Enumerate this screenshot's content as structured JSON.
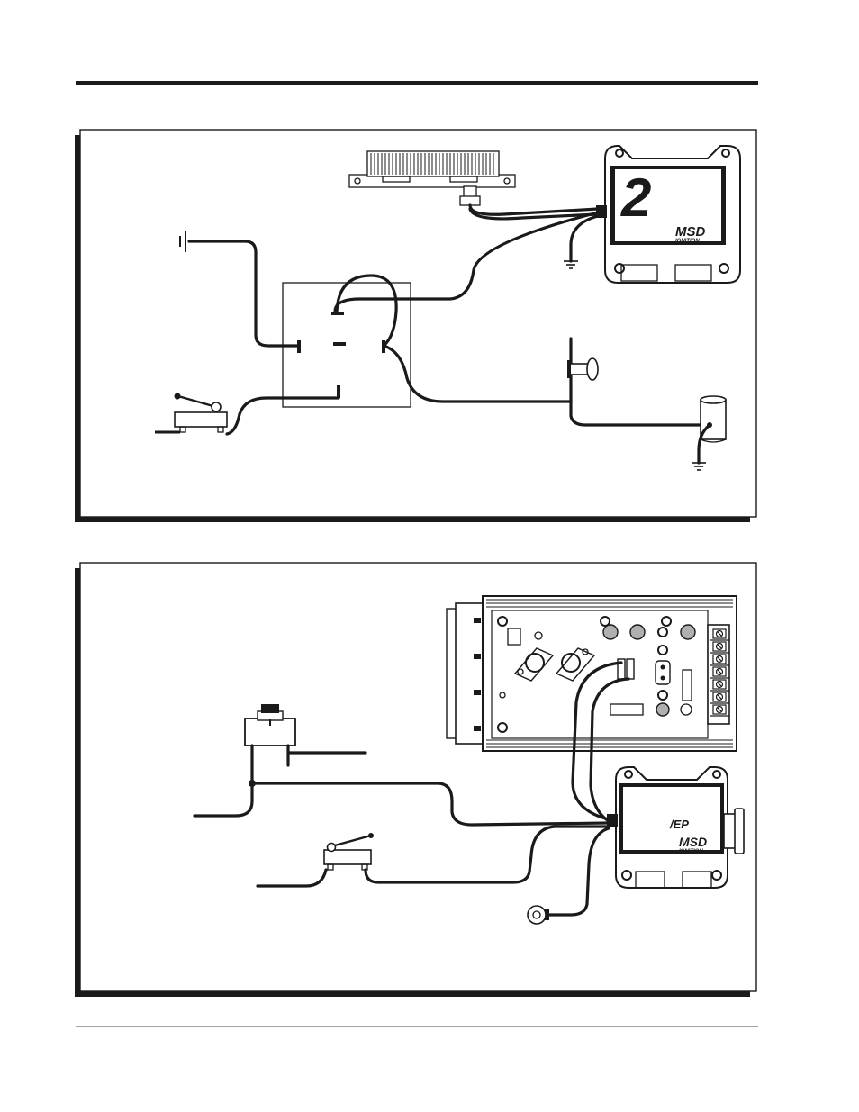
{
  "diagram_top": {
    "box_brand": "MSD",
    "box_sub": "IGNITION",
    "box_model": "2"
  },
  "diagram_bottom": {
    "box_brand": "MSD",
    "box_sub": "IGNITION",
    "box_model": "/EP"
  }
}
